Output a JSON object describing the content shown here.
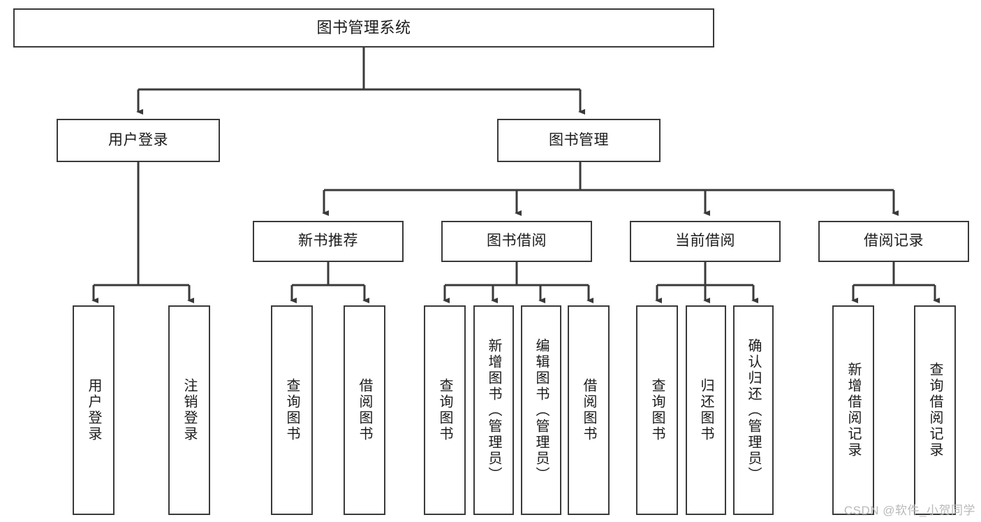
{
  "diagram": {
    "title": "图书管理系统",
    "type": "tree-hierarchy",
    "root": {
      "id": "root",
      "label": "图书管理系统"
    },
    "level2": [
      {
        "id": "user-login",
        "label": "用户登录"
      },
      {
        "id": "book-management",
        "label": "图书管理"
      }
    ],
    "level3": [
      {
        "id": "new-book-recommend",
        "label": "新书推荐",
        "parent": "book-management"
      },
      {
        "id": "book-borrow",
        "label": "图书借阅",
        "parent": "book-management"
      },
      {
        "id": "current-borrow",
        "label": "当前借阅",
        "parent": "book-management"
      },
      {
        "id": "borrow-record",
        "label": "借阅记录",
        "parent": "book-management"
      }
    ],
    "leaves": {
      "user-login": [
        {
          "id": "leaf-user-login",
          "label": "用户登录"
        },
        {
          "id": "leaf-logout-login",
          "label": "注销登录"
        }
      ],
      "new-book-recommend": [
        {
          "id": "leaf-query-books-1",
          "label": "查询图书"
        },
        {
          "id": "leaf-borrow-books-1",
          "label": "借阅图书"
        }
      ],
      "book-borrow": [
        {
          "id": "leaf-query-books-2",
          "label": "查询图书"
        },
        {
          "id": "leaf-add-book-admin",
          "label": "新增图书（管理员）"
        },
        {
          "id": "leaf-edit-book-admin",
          "label": "编辑图书（管理员）"
        },
        {
          "id": "leaf-borrow-books-2",
          "label": "借阅图书"
        }
      ],
      "current-borrow": [
        {
          "id": "leaf-query-books-3",
          "label": "查询图书"
        },
        {
          "id": "leaf-return-books",
          "label": "归还图书"
        },
        {
          "id": "leaf-confirm-return-admin",
          "label": "确认归还（管理员）"
        }
      ],
      "borrow-record": [
        {
          "id": "leaf-add-borrow-record",
          "label": "新增借阅记录"
        },
        {
          "id": "leaf-query-borrow-record",
          "label": "查询借阅记录"
        }
      ]
    },
    "colors": {
      "stroke": "#3a3a3a",
      "fill": "#ffffff",
      "text": "#1b1b1b",
      "watermark": "#b9b9b9"
    }
  },
  "watermark": {
    "text": "CSDN @软件_小贺同学"
  }
}
